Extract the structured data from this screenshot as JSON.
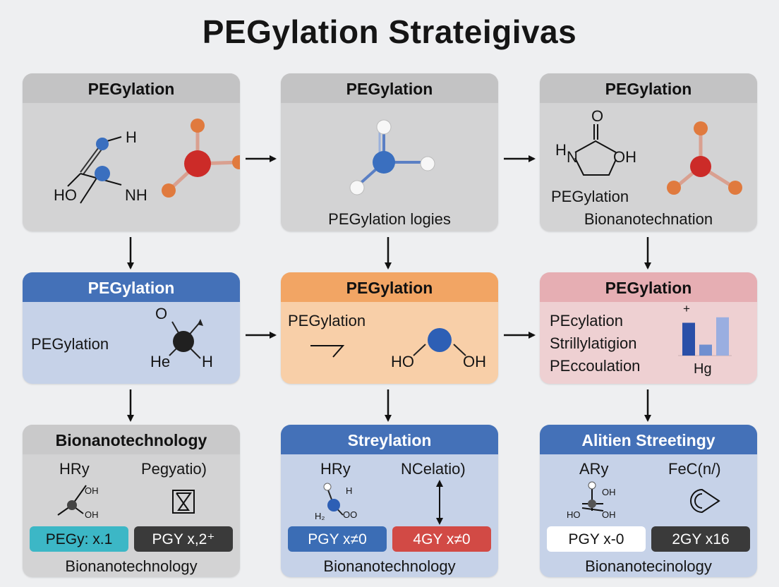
{
  "title": "PEGylation Strateigivas",
  "row1": {
    "left": {
      "header": "PEGylation",
      "atom_h": "H",
      "atom_ho": "HO",
      "atom_nh": "NH"
    },
    "middle": {
      "header": "PEGylation",
      "caption": "PEGylation logies"
    },
    "right": {
      "header": "PEGylation",
      "atom_o": "O",
      "atom_h": "H",
      "atom_n": "N",
      "atom_oh": "OH",
      "text1": "PEGylation",
      "text2": "Bionanotechnation"
    }
  },
  "row2": {
    "left": {
      "header": "PEGylation",
      "text": "PEGylation",
      "atom_o": "O",
      "atom_he": "He",
      "atom_h": "H"
    },
    "middle": {
      "header": "PEGylation",
      "text": "PEGylation",
      "atom_ho": "HO",
      "atom_oh": "OH"
    },
    "right": {
      "header": "PEGylation",
      "line1": "PEcylation",
      "line2": "Strillylatigion",
      "line3": "PEccoulation",
      "plus": "+",
      "chart_label": "Hg",
      "bar_values": [
        3,
        1,
        3.5
      ]
    }
  },
  "row3": {
    "left": {
      "header": "Bionanotechnology",
      "label_a": "HRy",
      "label_b": "Pegyatio)",
      "atom_oh1": "OH",
      "atom_oh2": "OH",
      "chip_a": "PEGy: x.1",
      "chip_b": "PGY x,2⁺",
      "footer": "Bionanotechnology"
    },
    "middle": {
      "header": "Streylation",
      "label_a": "HRy",
      "label_b": "NCelatio)",
      "atom_h": "H",
      "atom_h2": "H₂",
      "atom_oo": "OO",
      "chip_a": "PGY x≠0",
      "chip_b": "4GY x≠0",
      "footer": "Bionanotechnology"
    },
    "right": {
      "header": "Alitien Streetingy",
      "label_a": "ARy",
      "label_b": "FeC(n/)",
      "atom_oh1": "OH",
      "atom_ho": "HO",
      "atom_oh2": "OH",
      "chip_a": "PGY x-0",
      "chip_b": "2GY x16",
      "footer": "Bionanotecinology"
    }
  },
  "colors": {
    "gray_panel": "#d3d3d4",
    "blue_header": "#4471b8",
    "orange_header": "#f2a564",
    "pink_header": "#e6aeb3",
    "atom_blue": "#3a6fbf",
    "atom_red": "#cc2b28",
    "atom_orange": "#e07a3e"
  }
}
